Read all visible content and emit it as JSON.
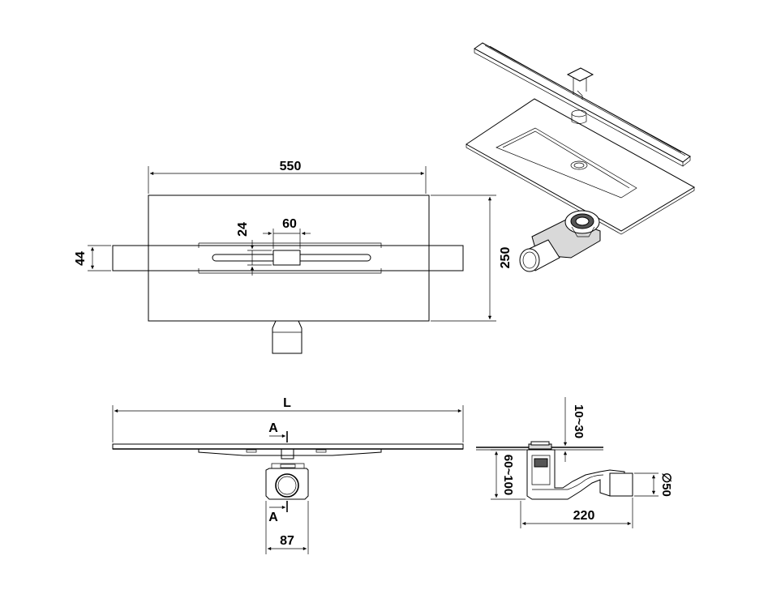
{
  "colors": {
    "line": "#000000",
    "background": "#ffffff",
    "shade": "#d9d9d9",
    "dark": "#555555"
  },
  "top_view": {
    "width_label": "550",
    "height_label": "250",
    "channel_label": "44",
    "grate_width_label": "60",
    "grate_height_label": "24"
  },
  "front_view": {
    "length_label": "L",
    "section_top_label": "A",
    "section_bottom_label": "A",
    "trap_width_label": "87"
  },
  "side_view": {
    "adjust_label": "10~30",
    "height_label": "60~100",
    "length_label": "220",
    "outlet_label": "∅50"
  }
}
